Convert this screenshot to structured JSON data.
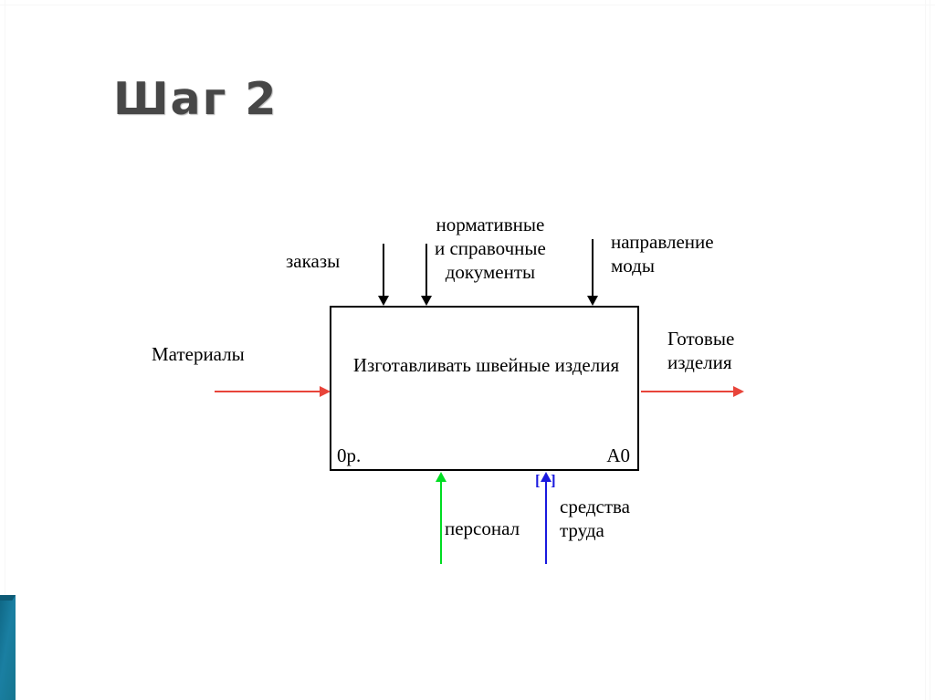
{
  "slide": {
    "title": "Шаг 2",
    "background_color": "#ffffff",
    "accent_bar_color": "#1a7fa2"
  },
  "diagram": {
    "type": "IDEF0 context diagram (A-0)",
    "activity_box": {
      "label": "Изготавливать\nшвейные изделия",
      "cost_label": "0р.",
      "node_code": "A0",
      "border_color": "#000000"
    },
    "inputs": [
      {
        "name": "materials-input",
        "label": "Материалы",
        "side": "left",
        "color": "#e8443a"
      }
    ],
    "controls": [
      {
        "name": "orders-control",
        "label": "заказы",
        "side": "top",
        "color": "#000000"
      },
      {
        "name": "normative-documents-control",
        "label": "нормативные\nи справочные\nдокументы",
        "side": "top",
        "color": "#000000"
      },
      {
        "name": "fashion-direction-control",
        "label": "направление\nмоды",
        "side": "top",
        "color": "#000000"
      }
    ],
    "outputs": [
      {
        "name": "finished-products-output",
        "label": "Готовые\nизделия",
        "side": "right",
        "color": "#e8443a"
      }
    ],
    "mechanisms": [
      {
        "name": "personnel-mechanism",
        "label": "персонал",
        "side": "bottom",
        "color": "#00dd22",
        "tunneled": false
      },
      {
        "name": "labor-means-mechanism",
        "label": "средства\nтруда",
        "side": "bottom",
        "color": "#1a1adf",
        "tunneled": true,
        "tunnel_bracket_left": "[",
        "tunnel_bracket_right": "]"
      }
    ]
  }
}
